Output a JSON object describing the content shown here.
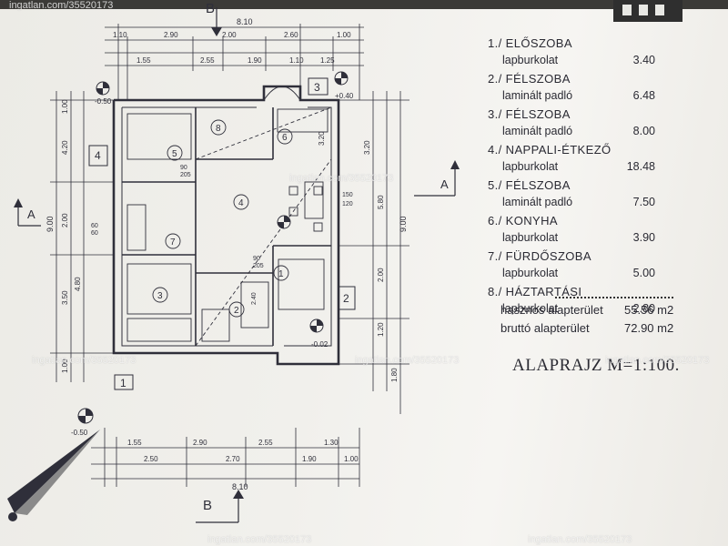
{
  "plan": {
    "section_label": "B",
    "section_label_left": "A",
    "section_label_right": "A",
    "arrow_marks": [
      "A",
      "A"
    ],
    "top_total": "8.10",
    "top_dims": [
      "1.10",
      "2.90",
      "2.00",
      "2.60",
      "1.00",
      "1.55",
      "2.55",
      "1.90",
      "1.10",
      "1.25"
    ],
    "bottom_total": "8.10",
    "bottom_dims": [
      "1.55",
      "2.90",
      "2.55",
      "1.30",
      "2.50",
      "2.70",
      "1.90",
      "1.00"
    ],
    "left_total": "9.00",
    "left_dims": [
      "1.00",
      "4.20",
      "2.00",
      "4.80",
      "3.50",
      "1.00"
    ],
    "right_total": "9.00",
    "right_dims": [
      "3.20",
      "5.80",
      "2.00",
      "1.20",
      "1.80"
    ],
    "level_marks": [
      "-0.50",
      "+0.40",
      "-0.02",
      "-0.50"
    ],
    "circle_labels": [
      "1",
      "2",
      "3",
      "4"
    ],
    "room_numbers": [
      "1",
      "2",
      "3",
      "4",
      "5",
      "6",
      "7",
      "8"
    ],
    "inner_dims": [
      "90",
      "205",
      "90",
      "205",
      "150",
      "120",
      "60",
      "60",
      "2.40",
      "3.20"
    ]
  },
  "legend": {
    "rooms": [
      {
        "name": "1./ ELŐSZOBA",
        "floor": "lapburkolat",
        "area": "3.40"
      },
      {
        "name": "2./ FÉLSZOBA",
        "floor": "laminált padló",
        "area": "6.48"
      },
      {
        "name": "3./ FÉLSZOBA",
        "floor": "laminált padló",
        "area": "8.00"
      },
      {
        "name": "4./ NAPPALI-ÉTKEZŐ",
        "floor": "lapburkolat",
        "area": "18.48"
      },
      {
        "name": "5./ FÉLSZOBA",
        "floor": "laminált padló",
        "area": "7.50"
      },
      {
        "name": "6./ KONYHA",
        "floor": "lapburkolat",
        "area": "3.90"
      },
      {
        "name": "7./ FÜRDŐSZOBA",
        "floor": "lapburkolat",
        "area": "5.00"
      },
      {
        "name": "8./ HÁZTARTÁSI",
        "floor": "lapburkolat",
        "area": "2.80"
      }
    ],
    "useful_area_label": "hasznos alapterület",
    "useful_area_value": "55.56 m2",
    "gross_area_label": "bruttó alapterület",
    "gross_area_value": "72.90 m2"
  },
  "title": "ALAPRAJZ M=1:100.",
  "watermarks": [
    "ingatlan.com/35520173",
    "ingatlan.com/35520173",
    "ingatlan.com/35520173",
    "ingatlan.com/35520173",
    "ingatlan.com/35520173",
    "ingatlan.com/35520173",
    "ingatlan.com/35520173"
  ],
  "colors": {
    "ink": "#2f2f3a",
    "paper": "#f1f0ec",
    "watermark": "#ffffff"
  }
}
